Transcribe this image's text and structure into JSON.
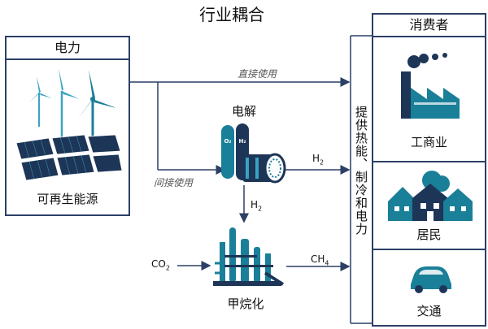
{
  "title": "行业耦合",
  "power": {
    "header": "电力",
    "source_label": "可再生能源"
  },
  "flows": {
    "direct": "直接使用",
    "indirect": "间接使用",
    "h2_right": {
      "main": "H",
      "sub": "2"
    },
    "h2_down": {
      "main": "H",
      "sub": "2"
    },
    "co2": {
      "main": "CO",
      "sub": "2"
    },
    "ch4": {
      "main": "CH",
      "sub": "4"
    }
  },
  "electrolysis": {
    "label": "电解",
    "tank_o2": "O₂",
    "tank_h2": "H₂"
  },
  "methanation": {
    "label": "甲烷化"
  },
  "supply": {
    "label": "提供热能、制冷和电力"
  },
  "consumers": {
    "header": "消费者",
    "items": [
      {
        "label": "工商业",
        "icon": "factory-icon"
      },
      {
        "label": "居民",
        "icon": "houses-icon"
      },
      {
        "label": "交通",
        "icon": "car-icon"
      }
    ]
  },
  "colors": {
    "dark_blue": "#1d3557",
    "teal": "#1a7f98",
    "light_teal": "#3aa3c2",
    "border": "#2c3f66",
    "arrow": "#2c3f66"
  }
}
